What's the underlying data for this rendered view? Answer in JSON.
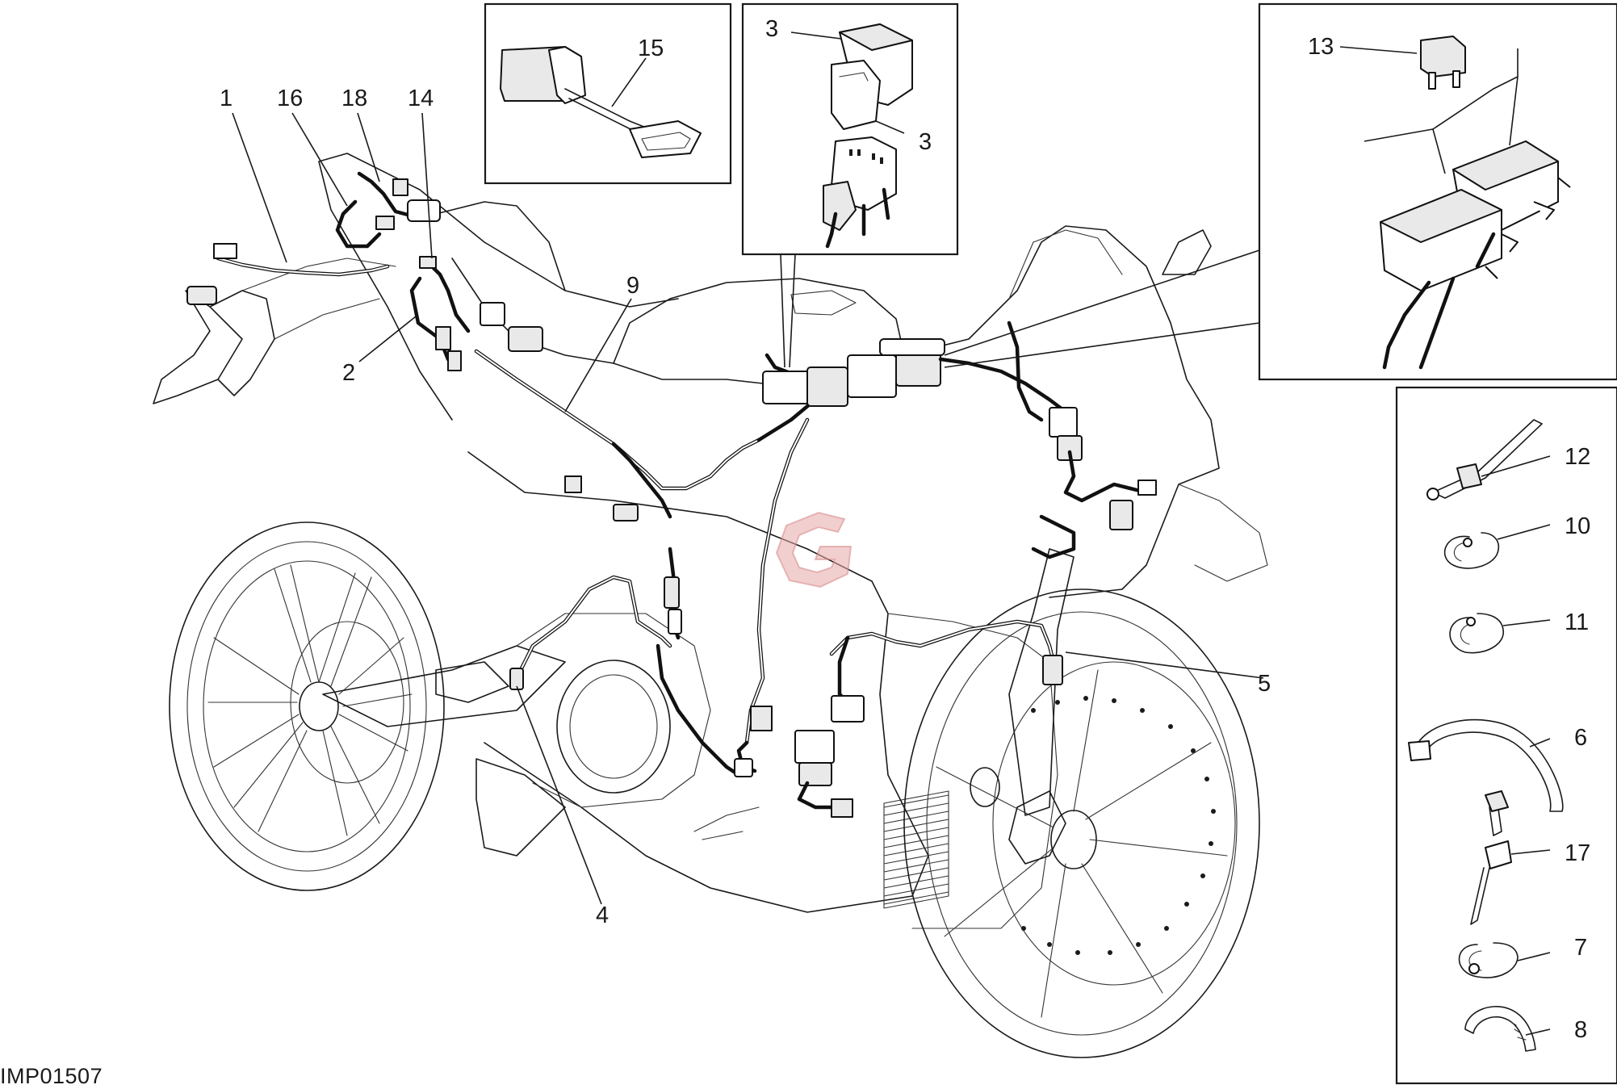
{
  "drawing": {
    "code": "IMP01507"
  },
  "callouts": {
    "c1": "1",
    "c16": "16",
    "c18": "18",
    "c14": "14",
    "c2": "2",
    "c9": "9",
    "c15": "15",
    "c3a": "3",
    "c3b": "3",
    "c13": "13",
    "c12": "12",
    "c10": "10",
    "c11": "11",
    "c6": "6",
    "c17": "17",
    "c7": "7",
    "c8": "8",
    "c5": "5",
    "c4": "4"
  },
  "watermark": {
    "color": "#e8a8a8"
  },
  "colors": {
    "line": "#1a1a1a",
    "background": "#ffffff"
  }
}
